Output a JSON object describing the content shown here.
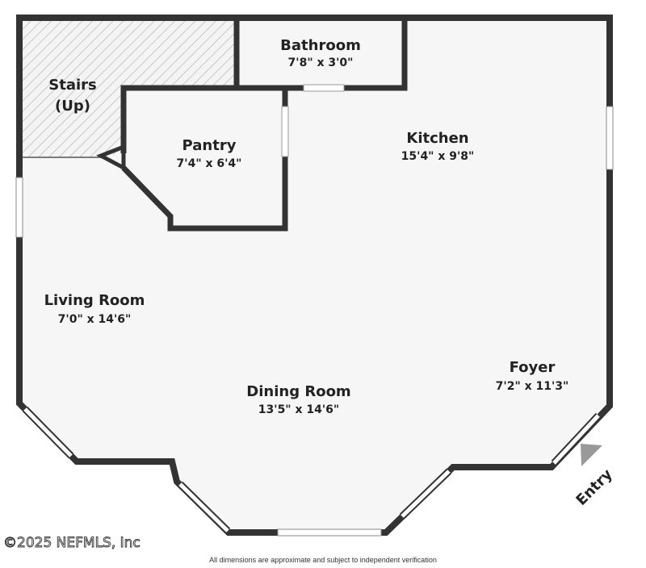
{
  "rooms": [
    {
      "name": "Bathroom",
      "dims": "7'8\" x 3'0\""
    },
    {
      "name": "Stairs",
      "name2": "(Up)"
    },
    {
      "name": "Pantry",
      "dims": "7'4\" x 6'4\""
    },
    {
      "name": "Kitchen",
      "dims": "15'4\" x 9'8\""
    },
    {
      "name": "Living Room",
      "dims": "7'0\" x 14'6\""
    },
    {
      "name": "Dining Room",
      "dims": "13'5\" x 14'6\""
    },
    {
      "name": "Foyer",
      "dims": "7'2\" x 11'3\""
    }
  ],
  "entry_label": "Entry",
  "copyright": "©2025 NEFMLS, Inc",
  "disclaimer": "All dimensions are approximate and subject to independent verification",
  "colors": {
    "wall": "#333333",
    "floor": "#f6f6f6",
    "window_frame": "#888888",
    "window_fill": "#ffffff",
    "entry_arrow": "#999999"
  }
}
